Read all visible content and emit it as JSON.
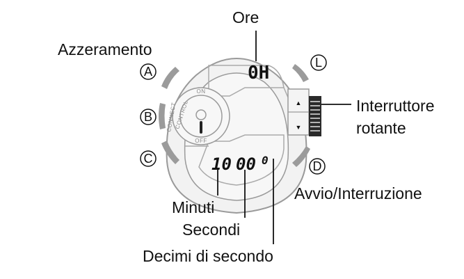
{
  "labels": {
    "hours": "Ore",
    "reset": "Azzeramento",
    "rotary_switch_line1": "Interruttore",
    "rotary_switch_line2": "rotante",
    "start_stop": "Avvio/Interruzione",
    "minutes": "Minuti",
    "seconds": "Secondi",
    "tenths": "Decimi di secondo"
  },
  "buttons": {
    "a": "A",
    "b": "B",
    "c": "C",
    "d": "D",
    "l": "L"
  },
  "display": {
    "hours_value": "0H",
    "time_minutes": "10",
    "time_seconds": "00",
    "time_tenths": "0"
  },
  "bezel": {
    "connect": "CONNECT",
    "control": "CONTROL",
    "on": "ON",
    "off": "OFF"
  },
  "switch_arrows": {
    "up": "▲",
    "down": "▼"
  }
}
